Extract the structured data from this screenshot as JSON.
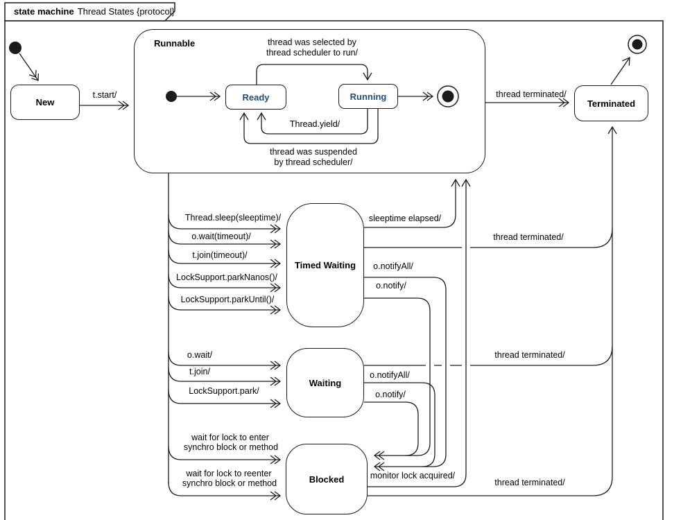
{
  "diagram": {
    "title": {
      "keyword": "state machine",
      "name": "Thread States {protocol}"
    },
    "states": {
      "new": "New",
      "runnable": "Runnable",
      "ready": "Ready",
      "running": "Running",
      "terminated": "Terminated",
      "timed_waiting": "Timed Waiting",
      "waiting": "Waiting",
      "blocked": "Blocked"
    },
    "transitions": {
      "t_start": "t.start/",
      "selected_l1": "thread was selected by",
      "selected_l2": "thread scheduler to run/",
      "yield": "Thread.yield/",
      "suspended_l1": "thread was suspended",
      "suspended_l2": "by thread scheduler/",
      "terminated_runnable": "thread terminated/",
      "terminated_timed": "thread terminated/",
      "terminated_waiting": "thread terminated/",
      "terminated_blocked": "thread terminated/",
      "sleep": "Thread.sleep(sleeptime)/",
      "wait_timeout": "o.wait(timeout)/",
      "join_timeout": "t.join(timeout)/",
      "park_nanos": "LockSupport.parkNanos()/",
      "park_until": "LockSupport.parkUntil()/",
      "sleeptime_elapsed": "sleeptime elapsed/",
      "tw_notify_all": "o.notifyAll/",
      "tw_notify": "o.notify/",
      "wait": "o.wait/",
      "join": "t.join/",
      "park": "LockSupport.park/",
      "w_notify_all": "o.notifyAll/",
      "w_notify": "o.notify/",
      "lock_enter_l1": "wait for lock to enter",
      "lock_enter_l2": "synchro block or method",
      "lock_reenter_l1": "wait for lock to reenter",
      "lock_reenter_l2": "synchro block or method",
      "monitor_lock": "monitor lock acquired/"
    },
    "colors": {
      "substate_name": "#1f4e79",
      "line": "#1a1a1a",
      "background": "#ffffff"
    }
  }
}
